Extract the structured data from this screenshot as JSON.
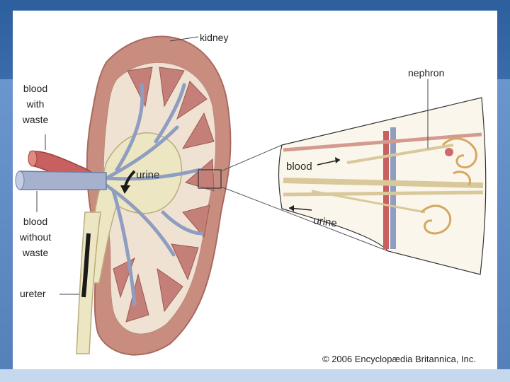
{
  "labels": {
    "kidney": "kidney",
    "nephron": "nephron",
    "blood_with_waste": [
      "blood",
      "with",
      "waste"
    ],
    "blood_without_waste": [
      "blood",
      "without",
      "waste"
    ],
    "ureter": "ureter",
    "urine_kidney": "urine",
    "blood_inset": "blood",
    "urine_inset": "urine"
  },
  "copyright": "© 2006 Encyclopædia Britannica, Inc.",
  "colors": {
    "header": "#2d5f9e",
    "background": "#5b86c2",
    "footer_bar": "#c5d8ee",
    "kidney_cortex": "#c98d80",
    "pyramid": "#c47f78",
    "vessel": "#8f9ec0",
    "pelvis": "#ece6c2",
    "artery": "#c86060"
  }
}
